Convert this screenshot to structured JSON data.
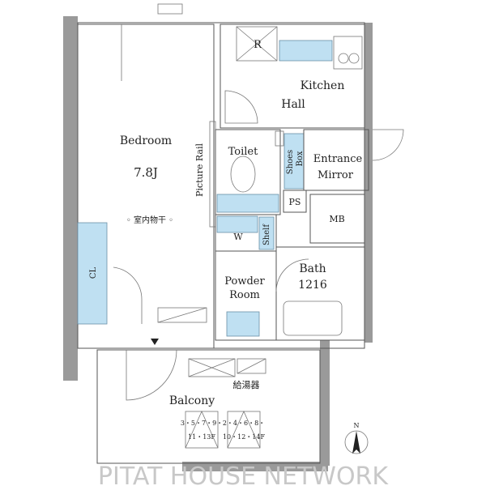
{
  "rooms": {
    "bedroom": {
      "label": "Bedroom",
      "size": "7.8J"
    },
    "kitchen": {
      "label": "Kitchen"
    },
    "hall": {
      "label": "Hall"
    },
    "refrigerator": {
      "label": "R"
    },
    "toilet": {
      "label": "Toilet"
    },
    "shoes_box": {
      "line1": "Shoes",
      "line2": "Box"
    },
    "entrance": {
      "label": "Entrance"
    },
    "mirror": {
      "label": "Mirror"
    },
    "ps": {
      "label": "PS"
    },
    "mb": {
      "label": "MB"
    },
    "washer": {
      "label": "W"
    },
    "shelf": {
      "label": "Shelf"
    },
    "powder_room": {
      "line1": "Powder",
      "line2": "Room"
    },
    "bath": {
      "label": "Bath",
      "size": "1216"
    },
    "closet": {
      "label": "CL"
    },
    "picture_rail": {
      "label": "Picture Rail"
    },
    "indoor_drying": {
      "label": "◦ 室内物干 ◦"
    },
    "balcony": {
      "label": "Balcony"
    },
    "water_heater": {
      "label": "給湯器"
    },
    "evac_odd": {
      "line1": "3・5・7・9・",
      "line2": "11・13F"
    },
    "evac_even": {
      "line1": "2・4・6・8・",
      "line2": "10・12・14F"
    }
  },
  "compass": {
    "label": "N"
  },
  "watermark": "PITAT HOUSE NETWORK"
}
